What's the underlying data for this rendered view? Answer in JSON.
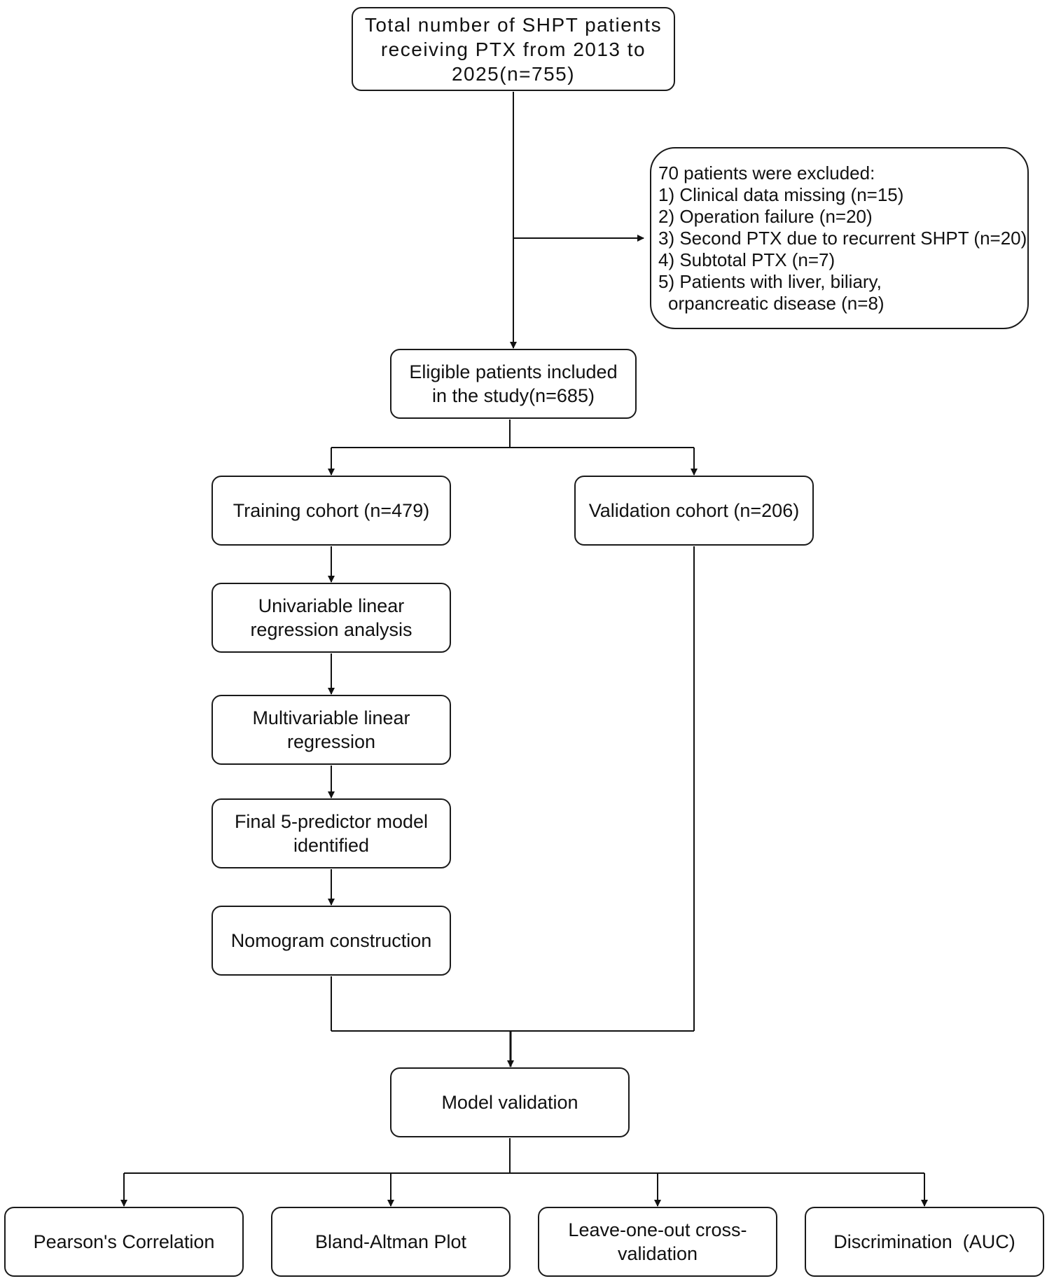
{
  "nodes": {
    "total": "Total number of SHPT patients receiving PTX from 2013 to 2025(n=755)",
    "excluded": {
      "header": "70 patients were excluded:",
      "items": [
        "1) Clinical data missing (n=15)",
        "2) Operation failure (n=20)",
        "3) Second PTX due to recurrent SHPT (n=20)",
        "4) Subtotal PTX (n=7)",
        "5) Patients with liver, biliary,",
        "orpancreatic disease (n=8)"
      ]
    },
    "eligible": "Eligible patients included in the study(n=685)",
    "training": "Training cohort (n=479)",
    "validation_cohort": "Validation cohort (n=206)",
    "univariable": "Univariable linear regression analysis",
    "multivariable": "Multivariable linear regression",
    "final_model": "Final 5-predictor model identified",
    "nomogram": "Nomogram construction",
    "model_validation": "Model validation",
    "pearson": "Pearson's Correlation",
    "bland_altman": "Bland-Altman Plot",
    "loocv": "Leave-one-out cross-validation",
    "discrimination": "Discrimination  (AUC)"
  }
}
